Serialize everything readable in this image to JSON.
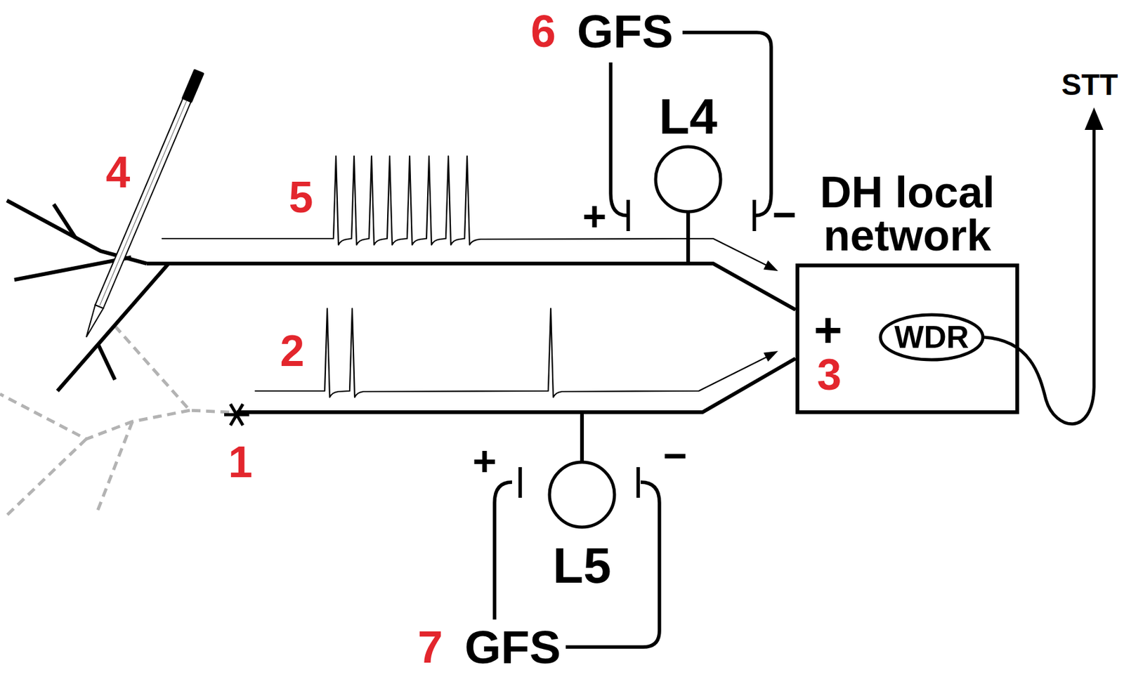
{
  "diagram": {
    "nodes": [
      {
        "text": [
          "L4"
        ]
      },
      {
        "text": [
          "DH local network"
        ]
      },
      {
        "text": [
          "WDR"
        ],
        "in": 1
      },
      {
        "text": [
          "L5"
        ]
      }
    ],
    "labels": [
      "6",
      "GFS",
      "STT",
      "4",
      "5",
      "+",
      "−",
      "+",
      "2",
      "3",
      "1",
      "+",
      "−",
      "7",
      "GFS"
    ]
  }
}
